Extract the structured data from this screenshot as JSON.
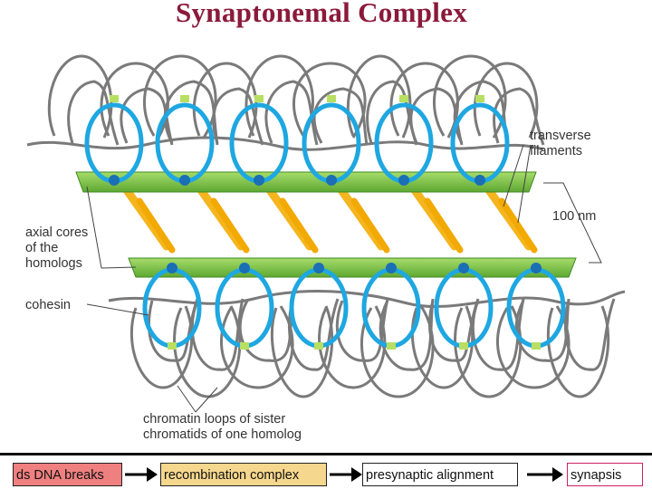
{
  "title": "Synaptonemal Complex",
  "labels": {
    "transverse_filaments": [
      "transverse",
      "filaments"
    ],
    "scale": "100 nm",
    "axial_cores": [
      "axial cores",
      "of the",
      "homologs"
    ],
    "cohesin": "cohesin",
    "chromatin_loops": [
      "chromatin loops of sister",
      "chromatids of one homolog"
    ]
  },
  "pathway": {
    "steps": [
      "ds DNA breaks",
      "recombination complex",
      "presynaptic alignment",
      "synapsis"
    ],
    "colors": {
      "ds_dna_breaks": "#f08080",
      "recombination_complex": "#f5d78e",
      "presynaptic_alignment": "#ffffff",
      "synapsis": "#ffffff",
      "synapsis_border": "#cc2266"
    }
  },
  "colors": {
    "title": "#8b1a3a",
    "axial_core": "#7dc242",
    "transverse_filament": "#f5b51e",
    "cohesin_ring": "#1ea7e1",
    "chromatin": "#7a7a7a"
  }
}
